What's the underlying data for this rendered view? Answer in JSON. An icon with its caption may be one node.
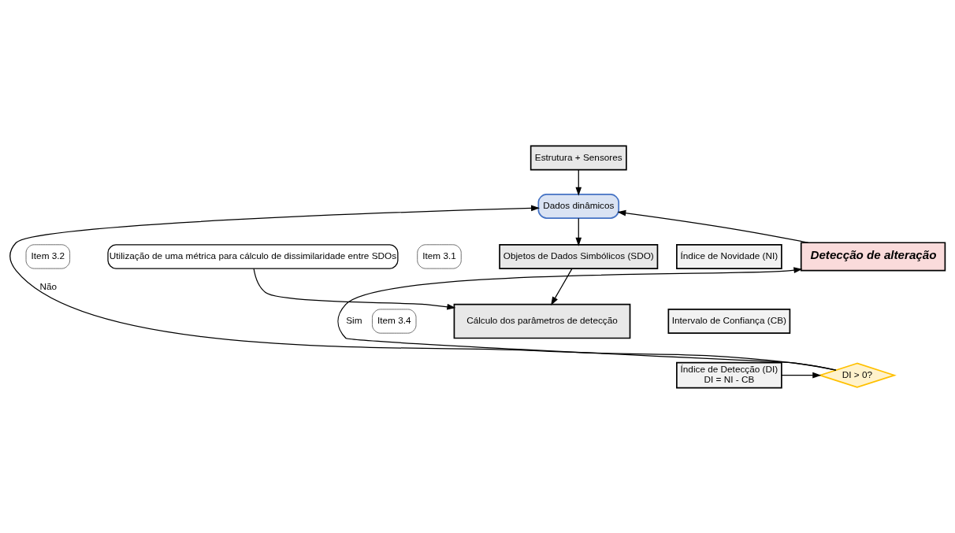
{
  "diagram": {
    "nodes": [
      {
        "text": [
          "Estrutura + Sensores"
        ]
      },
      {
        "text": [
          "Dados dinâmicos"
        ]
      },
      {
        "text": [
          "Objetos de Dados Simbólicos (SDO)"
        ]
      },
      {
        "text": [
          "Utilização de uma métrica para cálculo de dissimilaridade entre SDOs"
        ]
      },
      {
        "text": [
          "Cálculo dos parâmetros de detecção"
        ]
      },
      {
        "text": [
          "Índice de Novidade (NI)"
        ]
      },
      {
        "text": [
          "Intervalo de Confiança (CB)"
        ]
      },
      {
        "text": [
          "Índice de Detecção (DI)",
          "DI = NI - CB"
        ]
      },
      {
        "text": [
          "DI > 0?"
        ]
      },
      {
        "text": [
          "Detecção de alteração"
        ]
      }
    ],
    "edges": [
      {
        "from": 0,
        "to": 1,
        "arrow": "to"
      },
      {
        "from": 1,
        "to": 2,
        "arrow": "to"
      },
      {
        "from": 2,
        "to": 4,
        "arrow": "to"
      },
      {
        "from": 3,
        "to": 4,
        "arrow": "to"
      },
      {
        "from": 7,
        "to": 8,
        "arrow": "to"
      },
      {
        "from": 8,
        "to": 9,
        "arrow": "to",
        "label": "Sim"
      },
      {
        "from": 9,
        "to": 1,
        "arrow": "to"
      },
      {
        "from": 8,
        "to": 1,
        "arrow": "to",
        "label": "Não"
      }
    ],
    "labels": [
      "Item 3.1",
      "Item 3.2",
      "Item 3.4"
    ]
  }
}
